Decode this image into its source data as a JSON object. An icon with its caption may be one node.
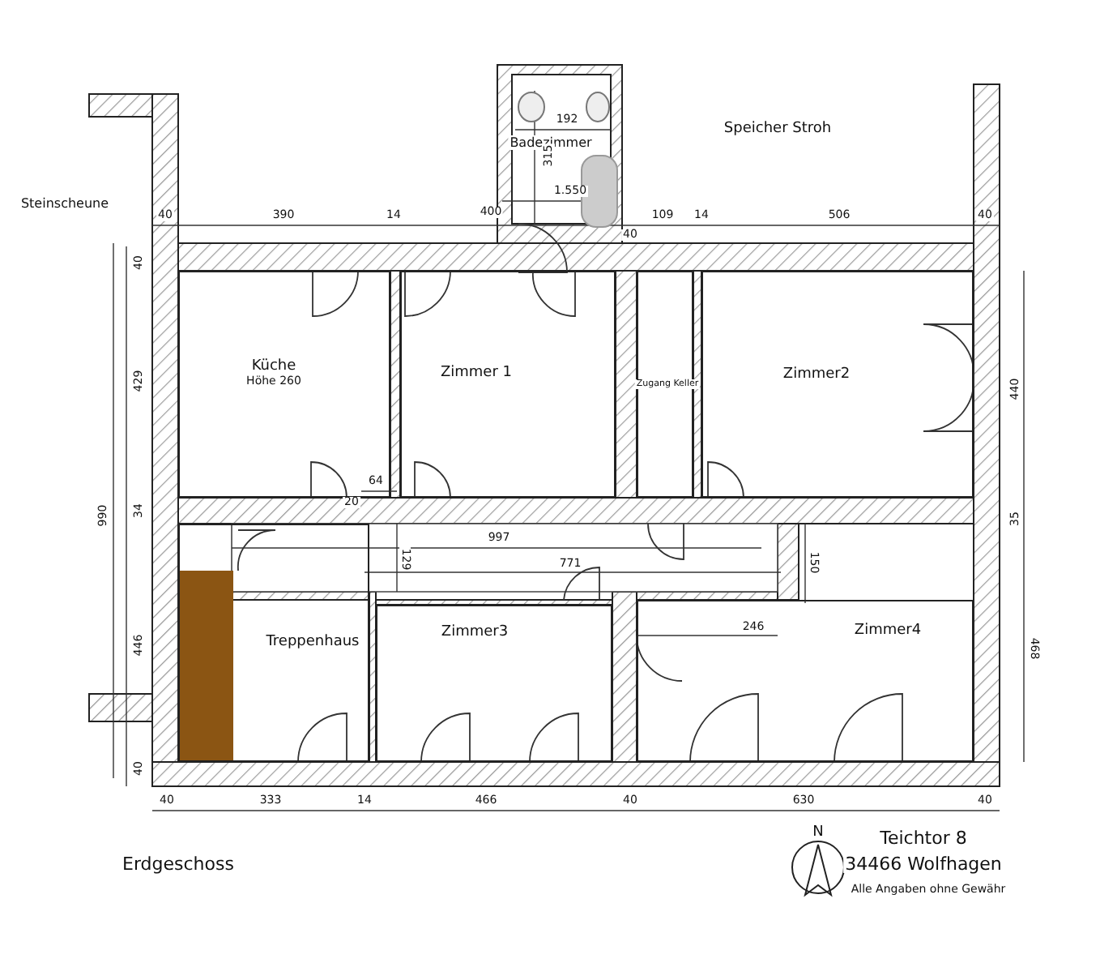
{
  "diagram": {
    "nodes": [
      {
        "text": [
          "Badezimmer"
        ]
      },
      {
        "text": [
          "Küche",
          "Höhe 260"
        ]
      },
      {
        "text": [
          "Zimmer 1"
        ]
      },
      {
        "text": [
          "Zugang Keller"
        ]
      },
      {
        "text": [
          "Zimmer2"
        ]
      },
      {
        "text": [
          "Treppenhaus"
        ]
      },
      {
        "text": [
          "Zimmer3"
        ]
      },
      {
        "text": [
          "Zimmer4"
        ]
      }
    ],
    "labels": [
      "Speicher Stroh",
      "192",
      "315",
      "1.550",
      "Steinscheune",
      "40",
      "390",
      "14",
      "400",
      "40",
      "109",
      "14",
      "506",
      "40",
      "40",
      "429",
      "34",
      "990",
      "446",
      "40",
      "64",
      "20",
      "997",
      "129",
      "771",
      "150",
      "246",
      "440",
      "35",
      "468",
      "40",
      "333",
      "14",
      "466",
      "40",
      "630",
      "40",
      "Erdgeschoss",
      "N",
      "Teichtor 8",
      "34466 Wolfhagen",
      "Alle Angaben ohne Gewähr"
    ]
  }
}
